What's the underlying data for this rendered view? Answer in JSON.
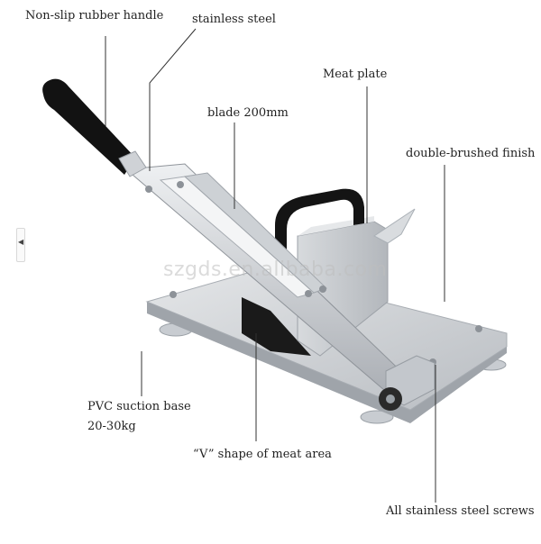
{
  "labels": {
    "handle": "Non-slip rubber handle",
    "steel": "stainless steel",
    "blade": "blade 200mm",
    "meat_plate": "Meat plate",
    "finish": "double-brushed finish",
    "base": "PVC suction base",
    "weight": "20-30kg",
    "v_area": "“V” shape  of meat area",
    "screws": "All stainless steel screws"
  },
  "watermark": "szgds.en.alibaba.com",
  "colors": {
    "steel": "#c9ccd0",
    "steel_dark": "#9a9ea3",
    "handle": "#111111",
    "leader_line": "#333333"
  },
  "icons": {
    "side_tab": "chevron-left-icon"
  }
}
